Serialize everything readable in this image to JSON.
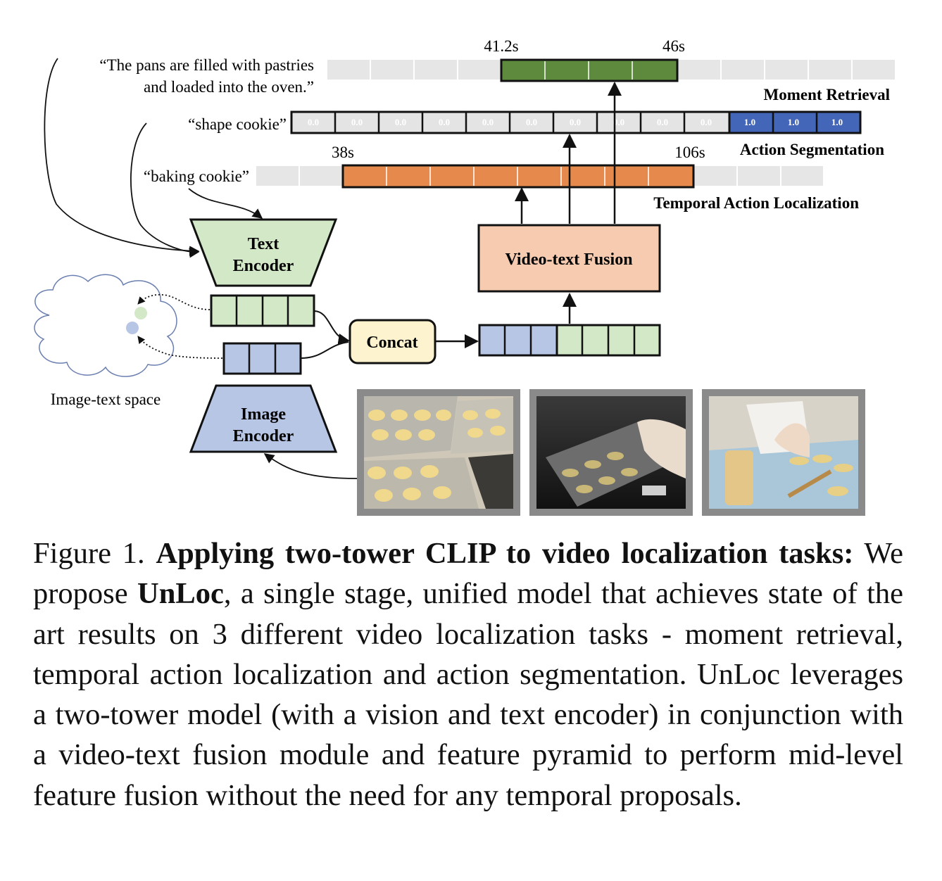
{
  "queries": {
    "q_pans_line1": "“The pans are filled with pastries",
    "q_pans_line2": "and loaded into the oven.”",
    "q_shape": "“shape cookie”",
    "q_baking": "“baking cookie”"
  },
  "time_labels": {
    "mr_start": "41.2s",
    "mr_end": "46s",
    "tal_start": "38s",
    "tal_end": "106s"
  },
  "task_labels": {
    "moment_retrieval": "Moment Retrieval",
    "action_segmentation": "Action Segmentation",
    "temporal_action_localization": "Temporal Action Localization"
  },
  "segmentation_scores": [
    "0.0",
    "0.0",
    "0.0",
    "0.0",
    "0.0",
    "0.0",
    "0.0",
    "0.0",
    "0.0",
    "0.0",
    "1.0",
    "1.0",
    "1.0"
  ],
  "modules": {
    "text_encoder_line1": "Text",
    "text_encoder_line2": "Encoder",
    "image_encoder_line1": "Image",
    "image_encoder_line2": "Encoder",
    "fusion": "Video-text Fusion",
    "concat": "Concat",
    "space": "Image-text space"
  },
  "colors": {
    "green_bar": "#5e8a3e",
    "orange_bar": "#e58a4c",
    "blue_cell": "#4466b8",
    "token_green": "#d2e8c6",
    "token_blue": "#b8c6e6",
    "fusion_fill": "#f6cbb0",
    "concat_fill": "#fdf3cf"
  },
  "caption": {
    "figure_label": "Figure 1.",
    "bold_title": "Applying two-tower CLIP to video localization tasks:",
    "p1": "We propose",
    "unloc": "UnLoc",
    "p2": ", a single stage, unified model that achieves state of the art results on 3 different video localization tasks - mo­ment retrieval, temporal action localization and action segmenta­tion. UnLoc leverages a two-tower model (with a vision and text encoder) in conjunction with a video-text fusion module and fea­ture pyramid to perform mid-level feature fusion without the need for any temporal proposals."
  }
}
